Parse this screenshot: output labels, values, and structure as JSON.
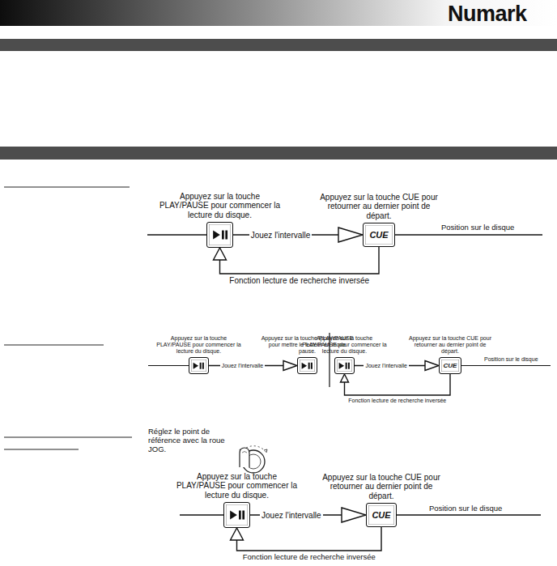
{
  "diagram": {
    "nodes": [
      {
        "text": [
          "Appuyez sur la touche PLAY/PAUSE pour commencer la lecture du disque."
        ]
      },
      {
        "text": [
          "Appuyez sur la touche CUE pour retourner au dernier point de départ.",
          "CUE"
        ]
      },
      {
        "text": [
          "Appuyez sur la touche PLAY/PAUSE pour commencer la lecture du disque."
        ]
      },
      {
        "text": [
          "Appuyez sur la touche PLAY/PAUSE pour mettre le lecteur en mode pause."
        ]
      },
      {
        "text": [
          "Appuyez sur la touche PLAY/PAUSE pour commencer la lecture du disque."
        ]
      },
      {
        "text": [
          "Appuyez sur la touche CUE pour retourner au dernier point de départ.",
          "CUE"
        ]
      },
      {
        "text": [
          "Appuyez sur la touche PLAY/PAUSE pour commencer la lecture du disque."
        ]
      },
      {
        "text": [
          "Appuyez sur la touche CUE pour retourner au dernier point de départ.",
          "CUE"
        ]
      }
    ],
    "edges": [
      {
        "from": 0,
        "to": 1,
        "arrow": "to",
        "label": "Jouez l'intervalle"
      },
      {
        "from": 1,
        "to": 0,
        "arrow": "to",
        "label": "Fonction lecture de recherche inversée"
      },
      {
        "from": 2,
        "to": 3,
        "arrow": "to",
        "label": "Jouez l'intervalle"
      },
      {
        "from": 4,
        "to": 5,
        "arrow": "to",
        "label": "Jouez l'intervalle"
      },
      {
        "from": 5,
        "to": 4,
        "arrow": "to",
        "label": "Fonction lecture de recherche inversée"
      },
      {
        "from": 6,
        "to": 7,
        "arrow": "to",
        "label": "Jouez l'intervalle"
      },
      {
        "from": 7,
        "to": 6,
        "arrow": "to",
        "label": "Fonction lecture de recherche inversée"
      }
    ],
    "labels": [
      "Numark",
      "Position sur le disque",
      "Position sur le disque",
      "Réglez le point de référence avec la roue JOG.",
      "Position sur le disque"
    ]
  }
}
